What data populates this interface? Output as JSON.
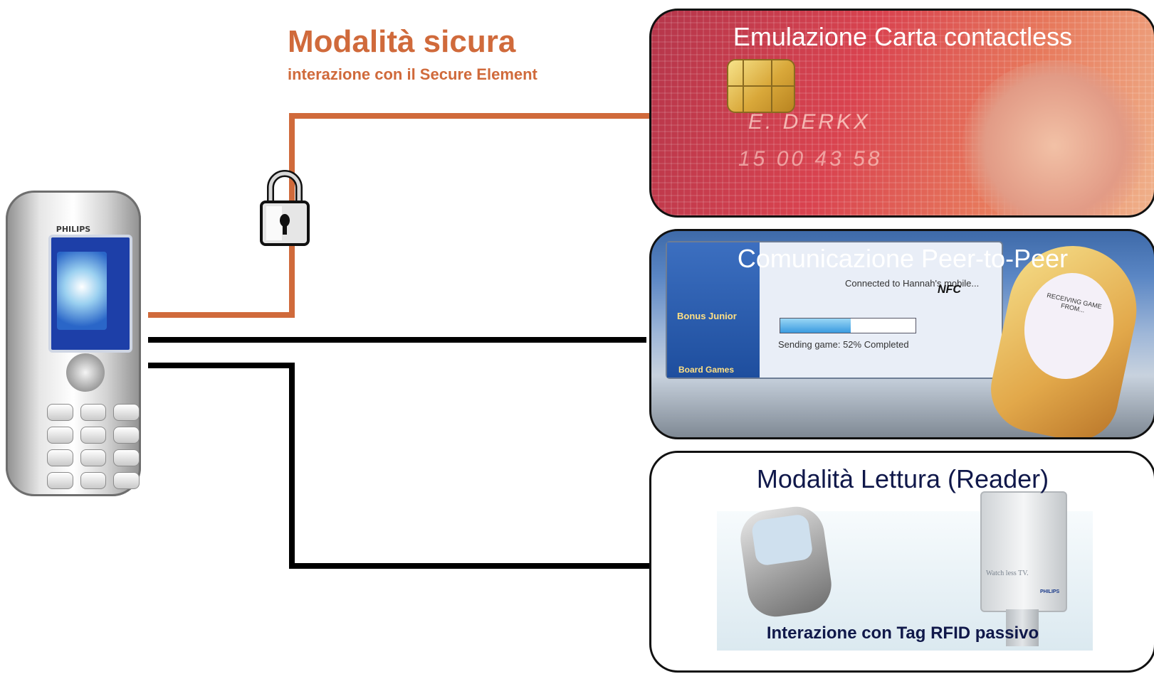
{
  "header": {
    "title": "Modalità sicura",
    "subtitle": "interazione con il Secure Element"
  },
  "colors": {
    "secure_path": "#d06a3b",
    "normal_path": "#000000",
    "panel_border": "#111111"
  },
  "phone": {
    "brand": "PHILIPS"
  },
  "panels": {
    "card": {
      "caption": "Emulazione Carta contactless",
      "card_name": "E. DERKX",
      "card_number": "15 00 43 58"
    },
    "p2p": {
      "caption": "Comunicazione Peer-to-Peer",
      "sidebar_label_1": "Bonus Junior",
      "sidebar_label_2": "Board Games",
      "connected_text": "Connected to Hannah's mobile...",
      "nfc_label": "NFC",
      "sending_text": "Sending game: 52% Completed",
      "progress": 0.52,
      "receiving_text": "RECEIVING GAME FROM..."
    },
    "reader": {
      "caption": "Modalità Lettura (Reader)",
      "kiosk_text": "Watch less TV.",
      "kiosk_brand": "PHILIPS",
      "bottom_label": "Interazione con Tag RFID  passivo"
    }
  },
  "icons": {
    "lock": "padlock-icon"
  }
}
